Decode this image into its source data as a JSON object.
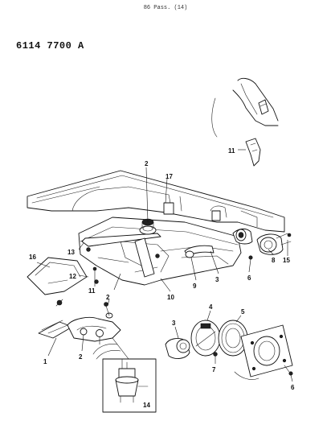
{
  "header": {
    "text": "86 Pass. (14)"
  },
  "part_number": "6114 7700 A",
  "callouts": {
    "c1": "1",
    "c2a": "2",
    "c2b": "2",
    "c2c": "2",
    "c3a": "3",
    "c3b": "3",
    "c4": "4",
    "c5": "5",
    "c6a": "6",
    "c6b": "6",
    "c7": "7",
    "c8": "8",
    "c9": "9",
    "c10": "10",
    "c11a": "11",
    "c11b": "11",
    "c12": "12",
    "c13": "13",
    "c14": "14",
    "c15": "15",
    "c16": "16",
    "c17": "17"
  }
}
